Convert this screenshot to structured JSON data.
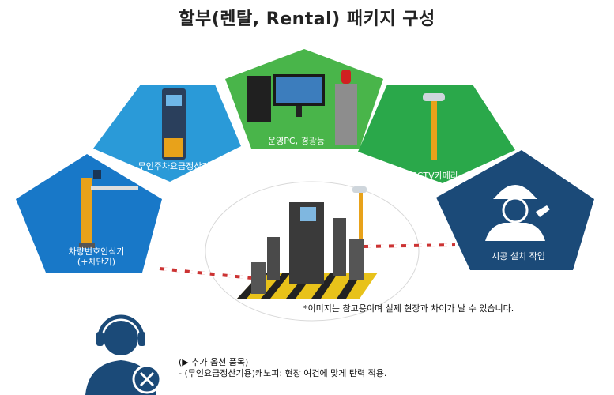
{
  "title": "할부(렌탈, Rental) 패키지 구성",
  "segments": {
    "vehicle_recognition": {
      "line1": "차량번호인식기",
      "line2": "(+차단기)",
      "color": "#1878c8"
    },
    "payment_machine": {
      "label": "무인주차요금정산기",
      "color": "#2a9ad8"
    },
    "pc_alarm": {
      "label": "운영PC, 경광등",
      "color": "#49b54a"
    },
    "cctv": {
      "label": "CCTV카메라",
      "color": "#2aa84a"
    },
    "installation": {
      "label": "시공 설치 작업",
      "color": "#1b4a78"
    }
  },
  "center_color": "#ffffff",
  "note": "*이미지는 참고용이며 실제 현장과 차이가 날 수 있습니다.",
  "options": {
    "heading": "(▶ 추가 옵션 품목)",
    "item": "- (무인요금정산기용)캐노피: 현장 여건에 맞게 탄력 적용."
  }
}
